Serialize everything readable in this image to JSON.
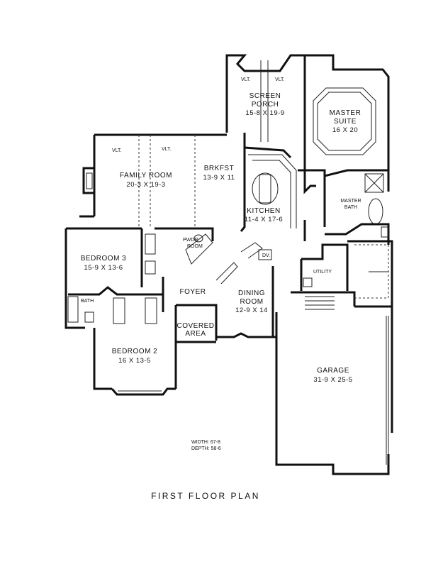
{
  "title": "FIRST FLOOR PLAN",
  "overall": {
    "width": "WIDTH: 67-8",
    "depth": "DEPTH: 58-6"
  },
  "rooms": {
    "screen_porch": {
      "name_line1": "SCREEN",
      "name_line2": "PORCH",
      "size": "15-8 X 19-9"
    },
    "master_suite": {
      "name_line1": "MASTER",
      "name_line2": "SUITE",
      "size": "16 X 20"
    },
    "family_room": {
      "name": "FAMILY ROOM",
      "size": "20-3 X 19-3"
    },
    "brkfst": {
      "name": "BRKFST",
      "size": "13-9 X 11"
    },
    "kitchen": {
      "name": "KITCHEN",
      "size": "11-4 X 17-6"
    },
    "master_bath": {
      "name_line1": "MASTER",
      "name_line2": "BATH"
    },
    "powder": {
      "name_line1": "PWDR",
      "name_line2": "ROOM"
    },
    "bedroom3": {
      "name": "BEDROOM 3",
      "size": "15-9 X 13-6"
    },
    "utility": {
      "name": "UTILITY"
    },
    "foyer": {
      "name": "FOYER"
    },
    "dining": {
      "name_line1": "DINING",
      "name_line2": "ROOM",
      "size": "12-9 X 14"
    },
    "bath": {
      "name": "BATH"
    },
    "covered_area": {
      "name_line1": "COVERED",
      "name_line2": "AREA"
    },
    "bedroom2": {
      "name": "BEDROOM 2",
      "size": "16 X 13-5"
    },
    "garage": {
      "name": "GARAGE",
      "size": "31-9 X 25-5"
    }
  },
  "annotations": {
    "vault": "VLT.",
    "oven": "DV."
  }
}
